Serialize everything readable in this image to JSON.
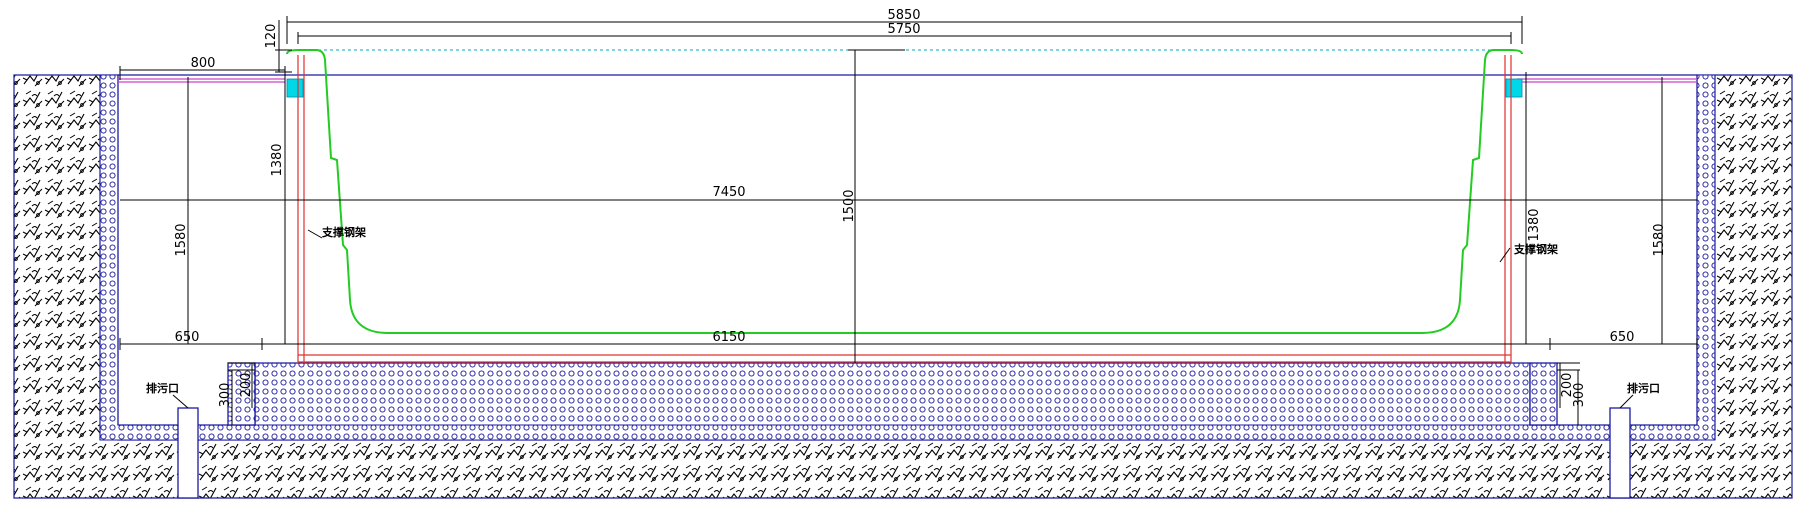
{
  "dimensions": {
    "overall_top": "5850",
    "inner_top": "5750",
    "lip_height": "120",
    "ledge_width": "800",
    "side_height_left": "1380",
    "side_height_right": "1380",
    "outer_height_left": "1580",
    "outer_height_right": "1580",
    "full_width": "7450",
    "pool_depth": "1500",
    "bottom_width": "6150",
    "floor_gap_left": "650",
    "floor_gap_right": "650",
    "step_left_200": "200",
    "step_left_300": "300",
    "step_right_200": "200",
    "step_right_300": "300"
  },
  "notes": {
    "support_left": "支撑钢架",
    "support_right": "支撑钢架",
    "drain_left": "排污口",
    "drain_right": "排污口"
  },
  "colors": {
    "soil_hatch": "#000000",
    "gravel_blue": "#1a1aa0",
    "liner_green": "#22cc22",
    "frame_red": "#e03030",
    "edge_magenta": "#cc44cc",
    "waterline_cyan": "#00aacc",
    "coping_cyan": "#00d8e8"
  }
}
